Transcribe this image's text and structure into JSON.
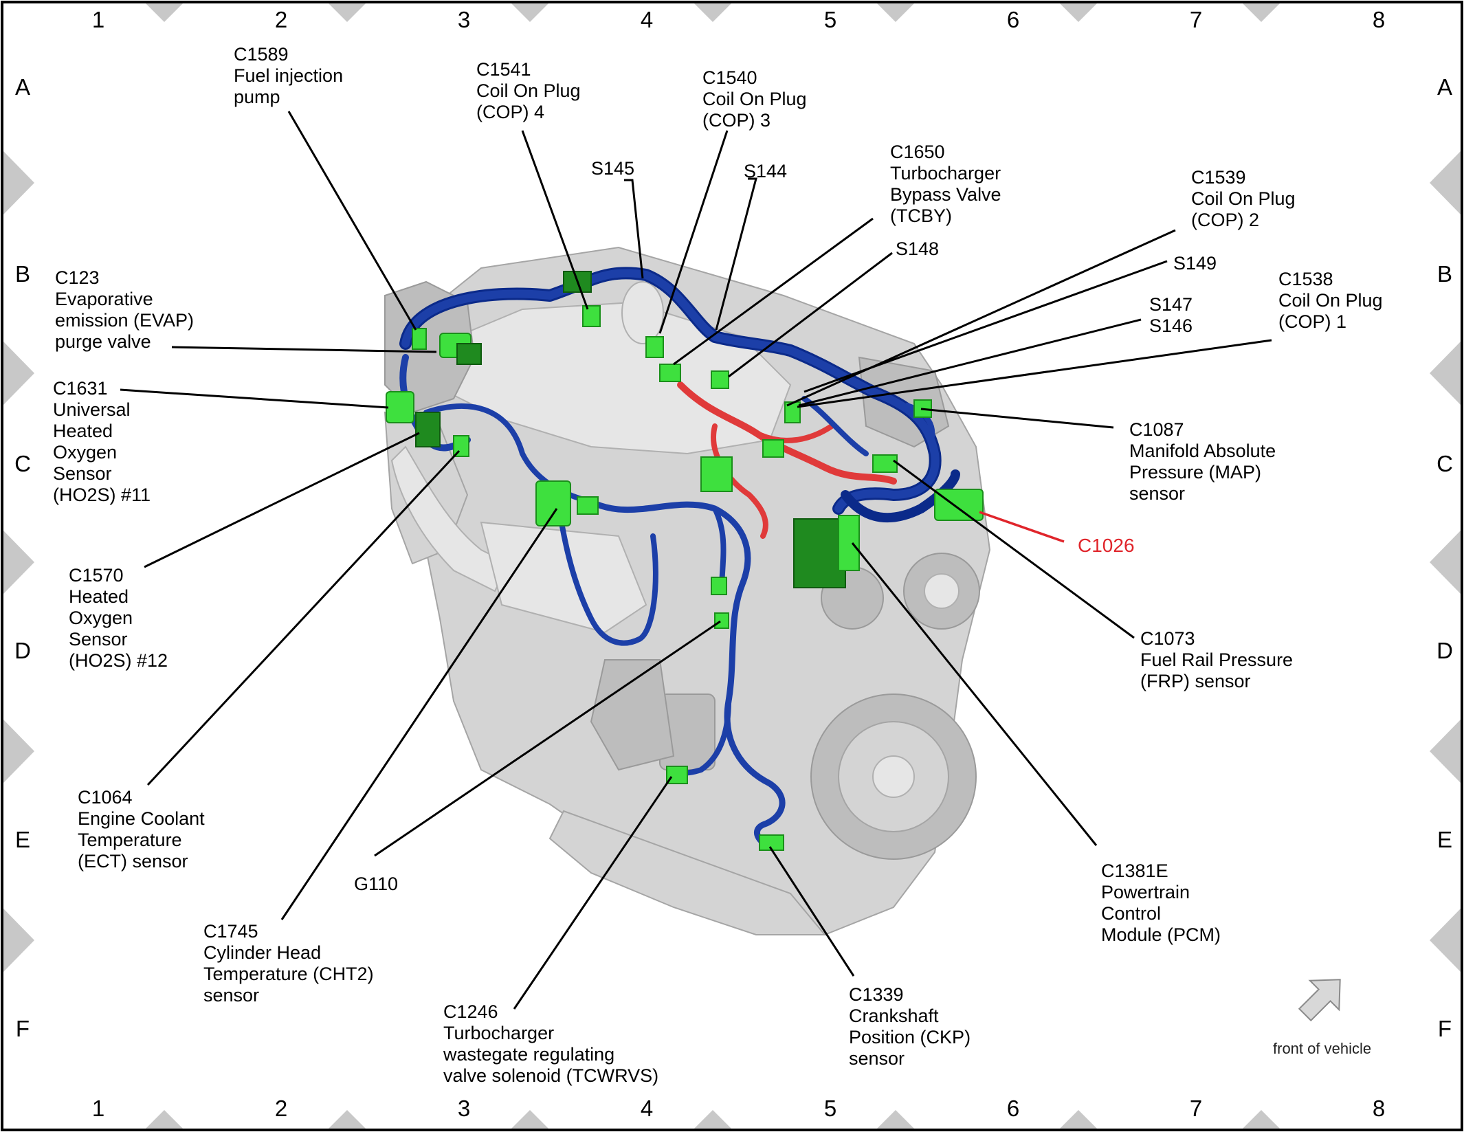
{
  "grid": {
    "columns": [
      "1",
      "2",
      "3",
      "4",
      "5",
      "6",
      "7",
      "8"
    ],
    "rows": [
      "A",
      "B",
      "C",
      "D",
      "E",
      "F"
    ]
  },
  "callouts": {
    "c1589": [
      "C1589",
      "Fuel injection",
      "pump"
    ],
    "c1541": [
      "C1541",
      "Coil On Plug",
      "(COP) 4"
    ],
    "c1540": [
      "C1540",
      "Coil On Plug",
      "(COP) 3"
    ],
    "s145": [
      "S145"
    ],
    "s144": [
      "S144"
    ],
    "c1650": [
      "C1650",
      "Turbocharger",
      "Bypass Valve",
      "(TCBY)"
    ],
    "c1539": [
      "C1539",
      "Coil On Plug",
      "(COP) 2"
    ],
    "s148": [
      "S148"
    ],
    "s149": [
      "S149"
    ],
    "s147_s146": [
      "S147",
      "S146"
    ],
    "c1538": [
      "C1538",
      "Coil On Plug",
      "(COP) 1"
    ],
    "c123": [
      "C123",
      "Evaporative",
      "emission (EVAP)",
      "purge valve"
    ],
    "c1631": [
      "C1631",
      "Universal",
      "Heated",
      "Oxygen",
      "Sensor",
      "(HO2S) #11"
    ],
    "c1087": [
      "C1087",
      "Manifold Absolute",
      "Pressure (MAP)",
      "sensor"
    ],
    "c1026": [
      "C1026"
    ],
    "c1570": [
      "C1570",
      "Heated",
      "Oxygen",
      "Sensor",
      "(HO2S) #12"
    ],
    "c1073": [
      "C1073",
      "Fuel Rail Pressure",
      "(FRP) sensor"
    ],
    "c1064": [
      "C1064",
      "Engine Coolant",
      "Temperature",
      "(ECT) sensor"
    ],
    "g110": [
      "G110"
    ],
    "c1381e": [
      "C1381E",
      "Powertrain",
      "Control",
      "Module (PCM)"
    ],
    "c1745": [
      "C1745",
      "Cylinder Head",
      "Temperature (CHT2)",
      "sensor"
    ],
    "c1246": [
      "C1246",
      "Turbocharger",
      "wastegate regulating",
      "valve solenoid (TCWRVS)"
    ],
    "c1339": [
      "C1339",
      "Crankshaft",
      "Position (CKP)",
      "sensor"
    ]
  },
  "front_of_vehicle": "front of vehicle",
  "colors": {
    "harness_blue": "#1c3fa8",
    "harness_dark_blue": "#0b2a8a",
    "harness_red": "#e03a3a",
    "connector_green": "#3ee03e",
    "connector_dark_green": "#1f8a1f",
    "highlight_red": "#e0252b",
    "engine_gray": "#d4d4d4"
  }
}
